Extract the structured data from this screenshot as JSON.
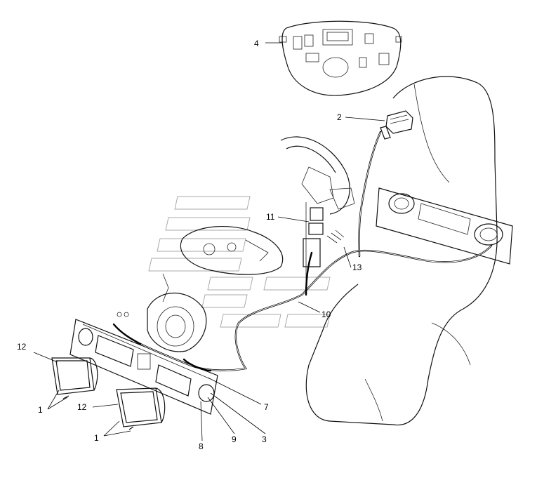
{
  "callouts": {
    "c1a": "1",
    "c1b": "1",
    "c2": "2",
    "c3": "3",
    "c4": "4",
    "c7": "7",
    "c8": "8",
    "c9": "9",
    "c10": "10",
    "c11": "11",
    "c12a": "12",
    "c12b": "12",
    "c13": "13"
  }
}
